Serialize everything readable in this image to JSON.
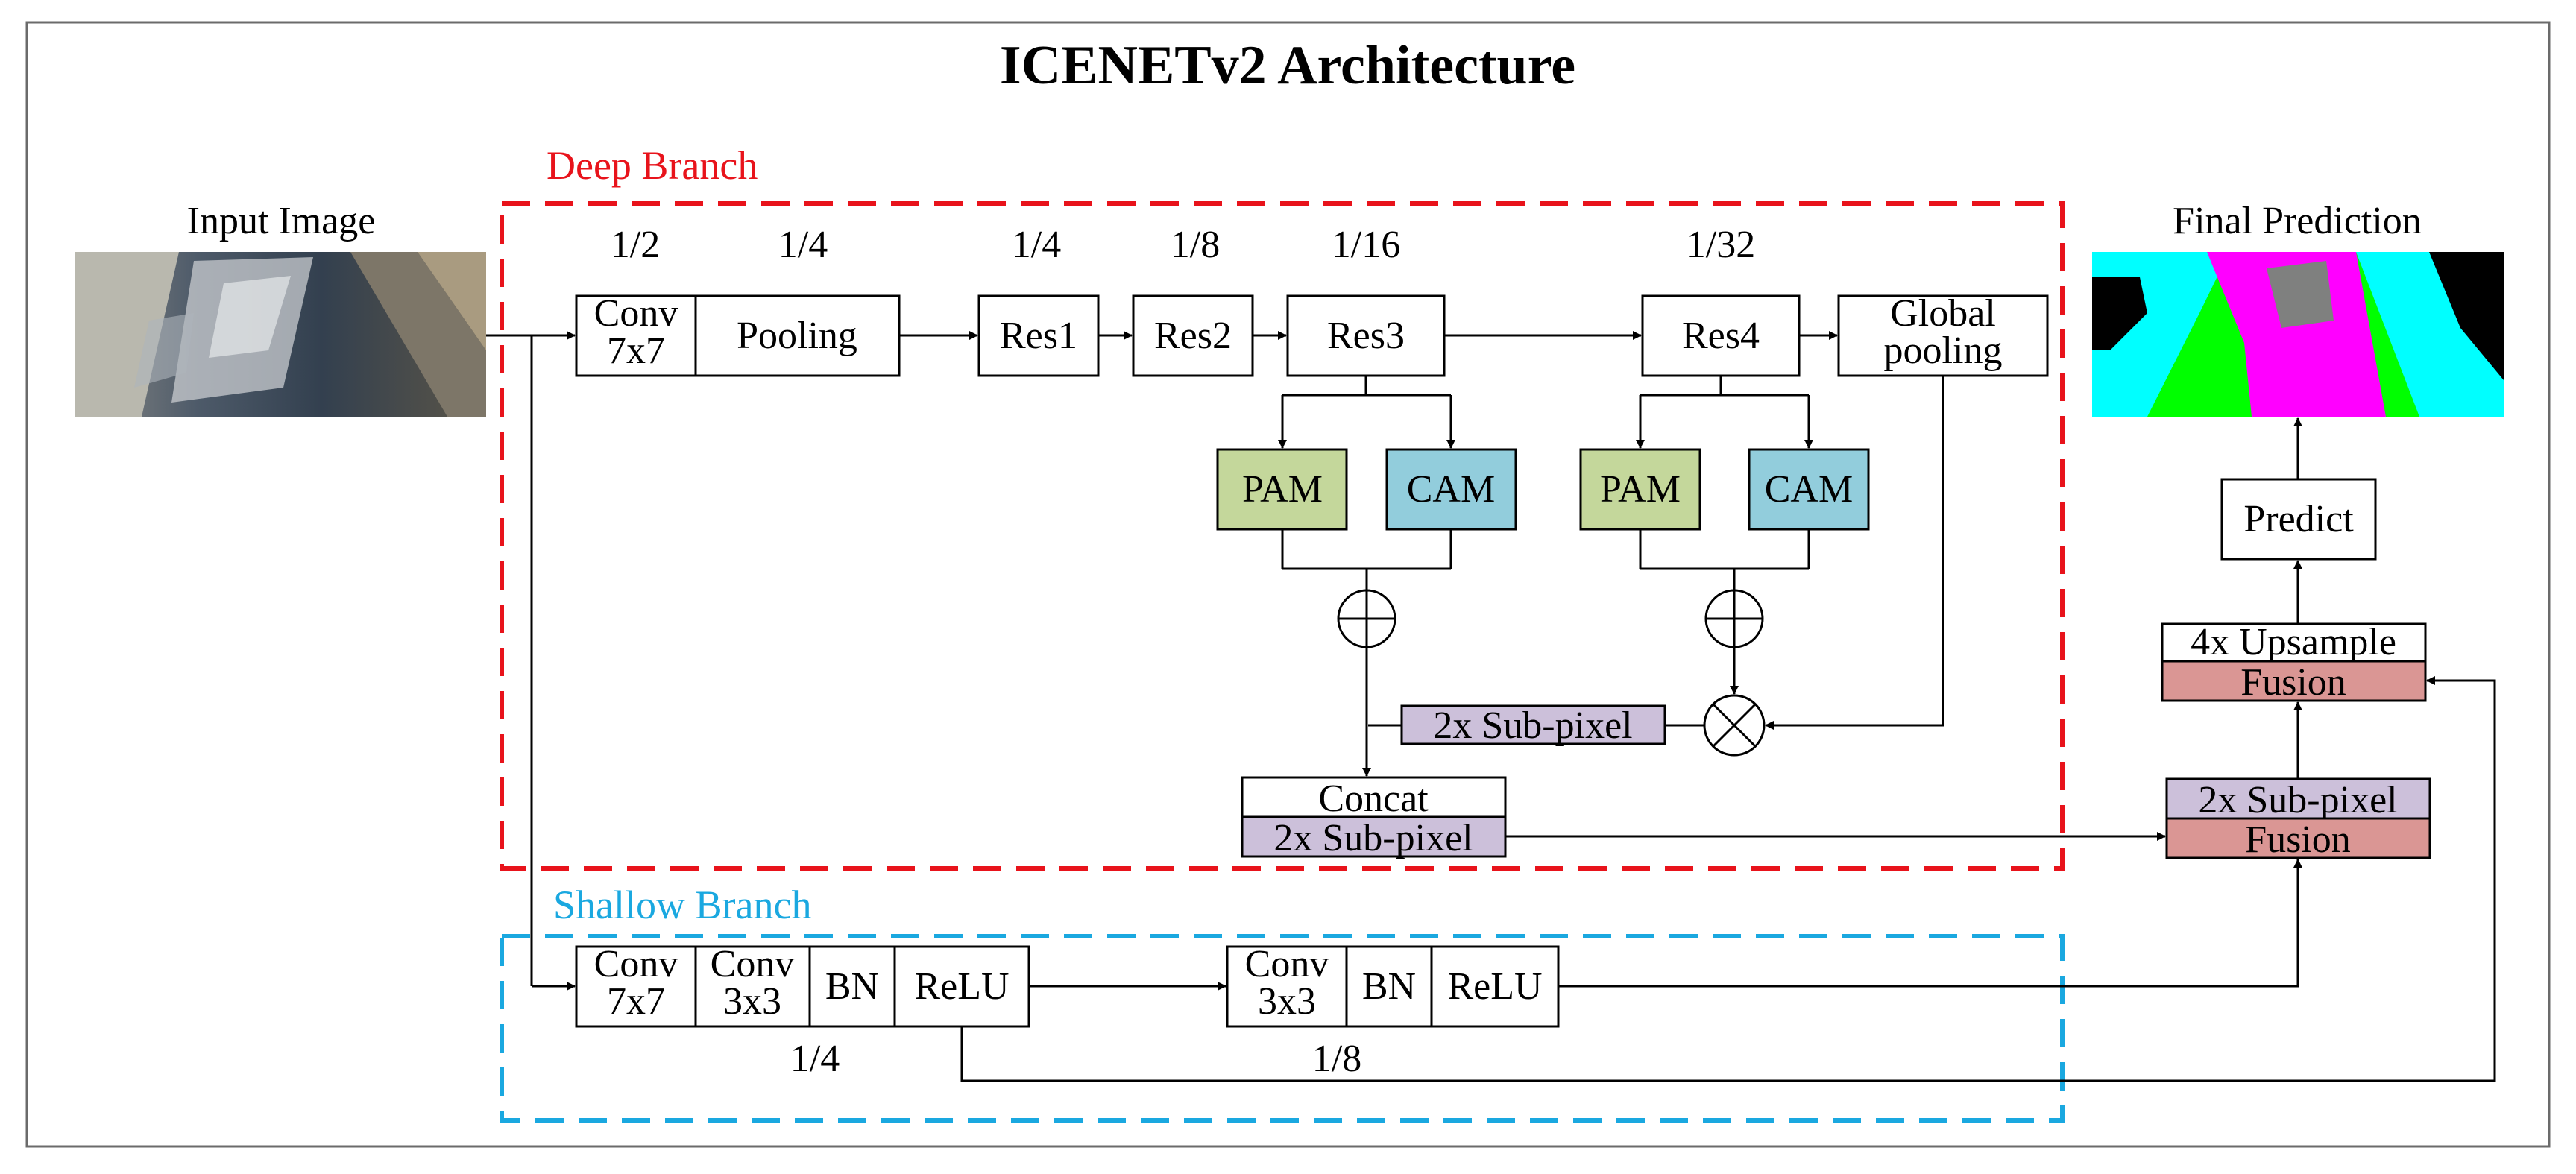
{
  "title": "ICENETv2 Architecture",
  "colors": {
    "deep_branch": "#e8131b",
    "shallow_branch": "#1aa8e0",
    "pam": "#c4d79b",
    "cam": "#92cddc",
    "subpixel": "#ccc0da",
    "fusion": "#da9694",
    "box": "#ffffff",
    "stroke": "#000000"
  },
  "labels": {
    "input_image": "Input Image",
    "final_prediction": "Final Prediction",
    "deep_branch": "Deep Branch",
    "shallow_branch": "Shallow Branch"
  },
  "deep": {
    "scales": [
      "1/2",
      "1/4",
      "1/4",
      "1/8",
      "1/16",
      "1/32"
    ],
    "conv_line1": "Conv",
    "conv_line2": "7x7",
    "pooling": "Pooling",
    "res1": "Res1",
    "res2": "Res2",
    "res3": "Res3",
    "res4": "Res4",
    "global_line1": "Global",
    "global_line2": "pooling",
    "pam": "PAM",
    "cam": "CAM",
    "subpixel_mid": "2x Sub-pixel",
    "concat": "Concat",
    "concat_subpixel": "2x Sub-pixel"
  },
  "shallow": {
    "conv1_line1": "Conv",
    "conv1_line2": "7x7",
    "conv2_line1": "Conv",
    "conv2_line2": "3x3",
    "bn": "BN",
    "relu": "ReLU",
    "conv3_line1": "Conv",
    "conv3_line2": "3x3",
    "scale1": "1/4",
    "scale2": "1/8"
  },
  "right": {
    "subpixel": "2x Sub-pixel",
    "fusion": "Fusion",
    "upsample": "4x Upsample",
    "fusion2": "Fusion",
    "predict": "Predict"
  }
}
